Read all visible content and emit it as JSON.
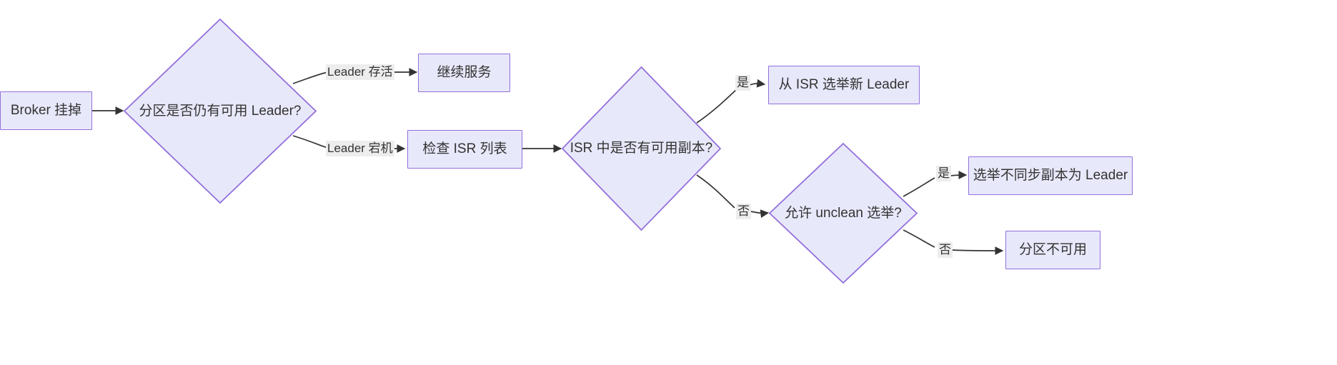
{
  "diagram": {
    "type": "flowchart",
    "direction": "left-to-right",
    "theme": {
      "node_fill": "#E8E8FB",
      "node_stroke": "#9370DB",
      "edge_stroke": "#333333",
      "edge_label_background": "#EDEDED",
      "text_color": "#333333",
      "canvas_background": "#FFFFFF"
    },
    "nodes": [
      {
        "id": "broker_down",
        "shape": "rect",
        "label": "Broker 挂掉"
      },
      {
        "id": "has_leader",
        "shape": "diamond",
        "label": "分区是否仍有可用 Leader?"
      },
      {
        "id": "continue_service",
        "shape": "rect",
        "label": "继续服务"
      },
      {
        "id": "check_isr",
        "shape": "rect",
        "label": "检查 ISR 列表"
      },
      {
        "id": "isr_has_replica",
        "shape": "diamond",
        "label": "ISR 中是否有可用副本?"
      },
      {
        "id": "elect_from_isr",
        "shape": "rect",
        "label": "从 ISR 选举新 Leader"
      },
      {
        "id": "allow_unclean",
        "shape": "diamond",
        "label": "允许 unclean 选举?"
      },
      {
        "id": "elect_out_of_sync",
        "shape": "rect",
        "label": "选举不同步副本为 Leader"
      },
      {
        "id": "partition_unavail",
        "shape": "rect",
        "label": "分区不可用"
      }
    ],
    "edges": [
      {
        "from": "broker_down",
        "to": "has_leader",
        "label": ""
      },
      {
        "from": "has_leader",
        "to": "continue_service",
        "label": "Leader 存活"
      },
      {
        "from": "has_leader",
        "to": "check_isr",
        "label": "Leader 宕机"
      },
      {
        "from": "check_isr",
        "to": "isr_has_replica",
        "label": ""
      },
      {
        "from": "isr_has_replica",
        "to": "elect_from_isr",
        "label": "是"
      },
      {
        "from": "isr_has_replica",
        "to": "allow_unclean",
        "label": "否"
      },
      {
        "from": "allow_unclean",
        "to": "elect_out_of_sync",
        "label": "是"
      },
      {
        "from": "allow_unclean",
        "to": "partition_unavail",
        "label": "否"
      }
    ]
  }
}
